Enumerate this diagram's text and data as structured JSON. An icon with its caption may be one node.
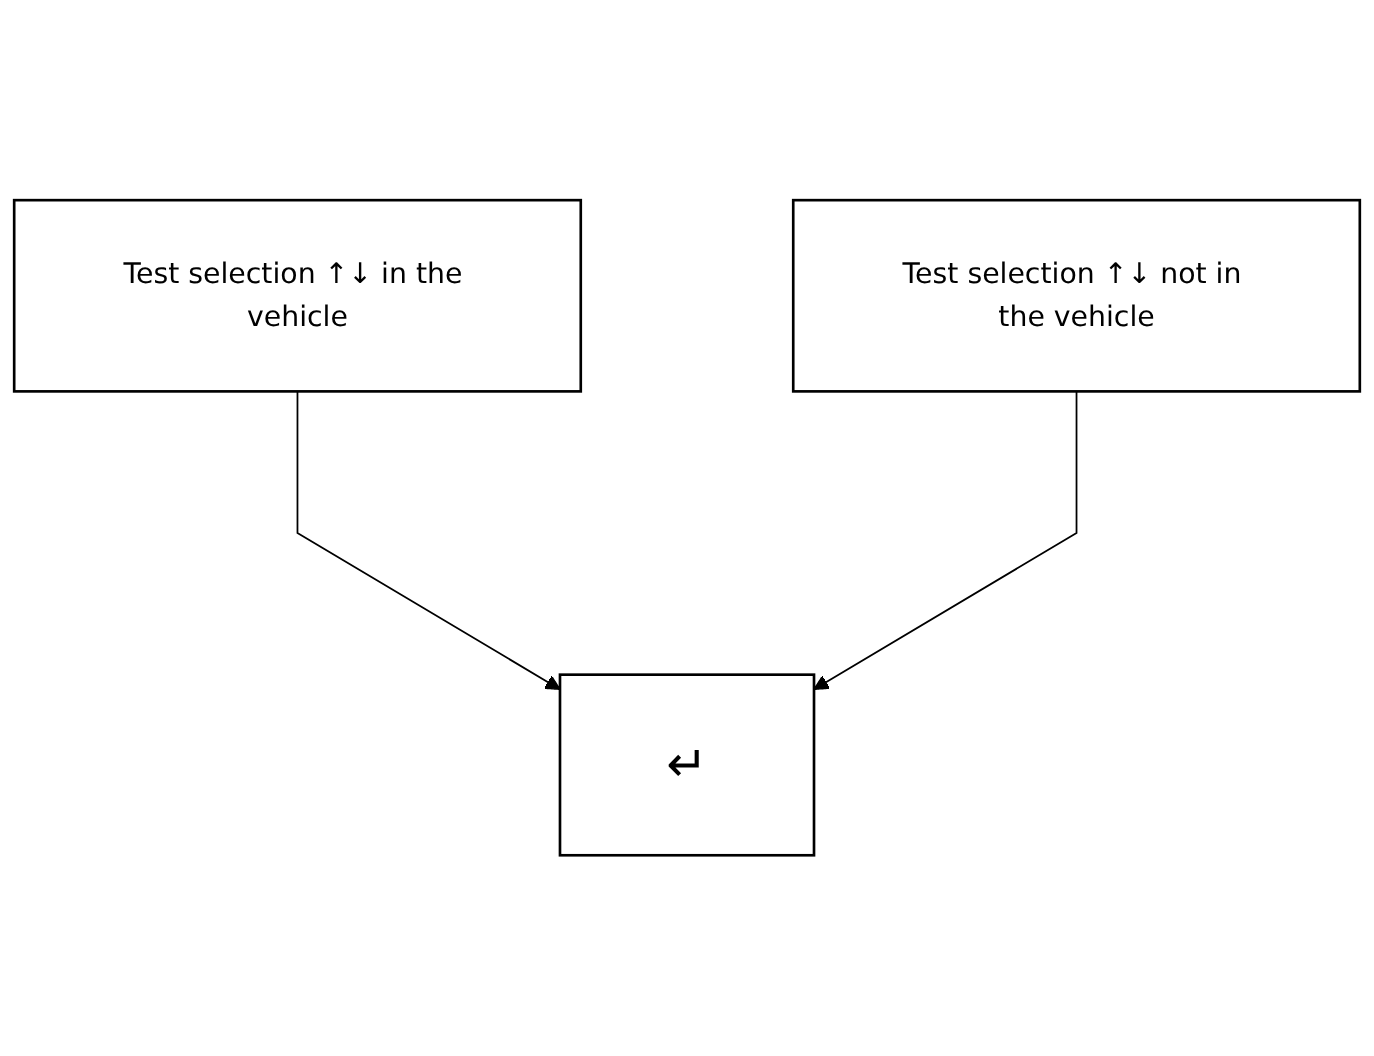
{
  "diagram": {
    "nodes": [
      {
        "text": [
          "Test selection ↑↓ in the vehicle"
        ]
      },
      {
        "text": [
          "Test selection ↑↓ not in the vehicle"
        ]
      },
      {
        "text": [
          "↵"
        ]
      }
    ],
    "edges": [
      {
        "from": 0,
        "to": 2,
        "arrow": "to"
      },
      {
        "from": 1,
        "to": 2,
        "arrow": "to"
      }
    ]
  }
}
